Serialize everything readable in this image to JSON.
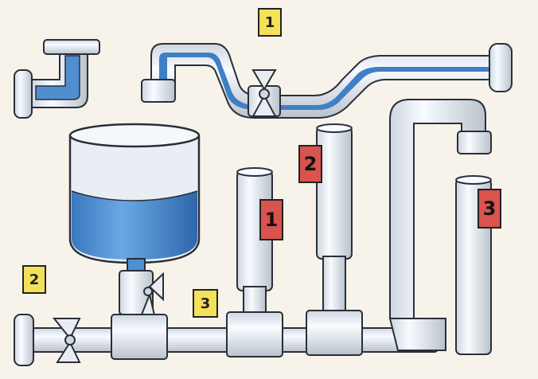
{
  "labels": {
    "top_valve": "1",
    "left_valve": "2",
    "middle_valve": "3",
    "tube_1": "1",
    "tube_2": "2",
    "tube_3": "3"
  },
  "colors": {
    "background": "#f7f3ea",
    "pipe": "#e9edf2",
    "pipe_outline": "#2a2f3a",
    "water": "#4f8fd0",
    "label_yellow": "#f4e15a",
    "label_red": "#d9534f"
  },
  "icons": {
    "valve": "butterfly-valve-icon",
    "elbow": "pipe-elbow-icon"
  }
}
